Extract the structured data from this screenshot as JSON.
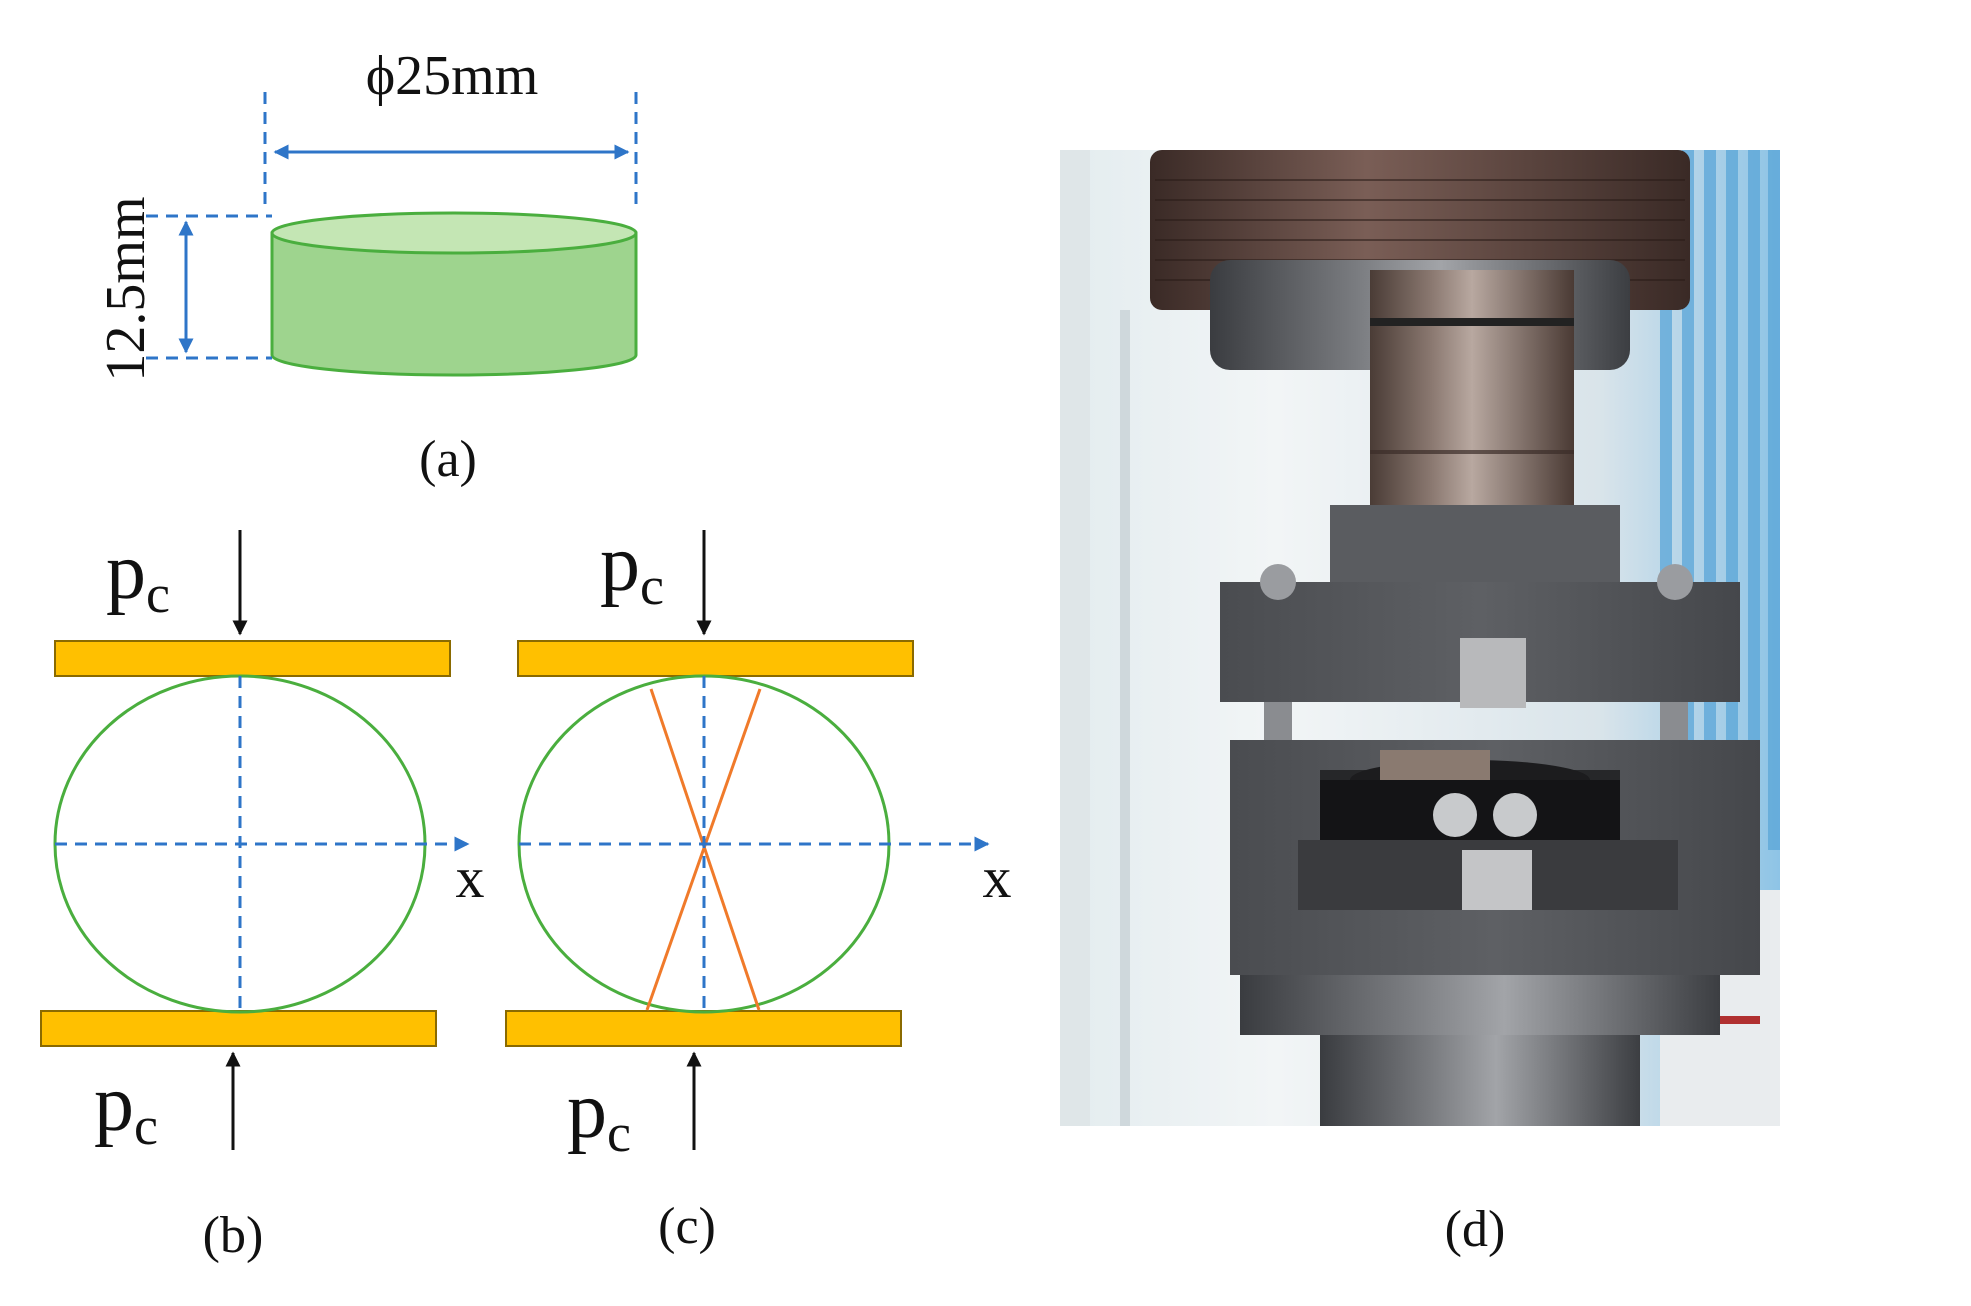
{
  "panel_a": {
    "diameter_label": "ϕ25mm",
    "height_label": "12.5mm",
    "caption": "(a)"
  },
  "panel_b": {
    "force_top": "p",
    "force_top_sub": "c",
    "force_bottom": "p",
    "force_bottom_sub": "c",
    "axis_label": "x",
    "caption": "(b)"
  },
  "panel_c": {
    "force_top": "p",
    "force_top_sub": "c",
    "force_bottom": "p",
    "force_bottom_sub": "c",
    "axis_label": "x",
    "caption": "(c)"
  },
  "panel_d": {
    "caption": "(d)"
  },
  "colors": {
    "specimen_fill": "#9ed48e",
    "specimen_top": "#c4e6b4",
    "specimen_stroke": "#4aae3e",
    "dimension_blue": "#2e75c8",
    "platen_fill": "#ffc000",
    "platen_stroke": "#8a6a00",
    "crack_orange": "#f07a2a"
  }
}
